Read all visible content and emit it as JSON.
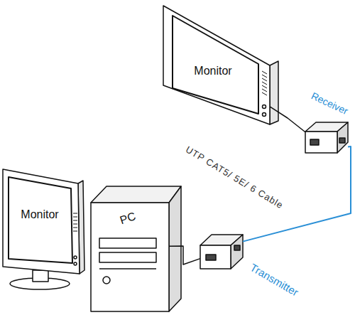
{
  "diagram": {
    "nodes": [
      {
        "text": [
          "Monitor"
        ]
      },
      {
        "text": [
          "Receiver"
        ]
      },
      {
        "text": [
          "Monitor"
        ]
      },
      {
        "text": [
          "PC"
        ]
      },
      {
        "text": [
          "Transmitter"
        ]
      }
    ],
    "edges": [
      {
        "from": 0,
        "to": 1,
        "arrow": "none"
      },
      {
        "from": 1,
        "to": 4,
        "arrow": "none",
        "label": "UTP CAT5/ 5E/ 6 Cable"
      },
      {
        "from": 4,
        "to": 3,
        "arrow": "none"
      }
    ]
  }
}
